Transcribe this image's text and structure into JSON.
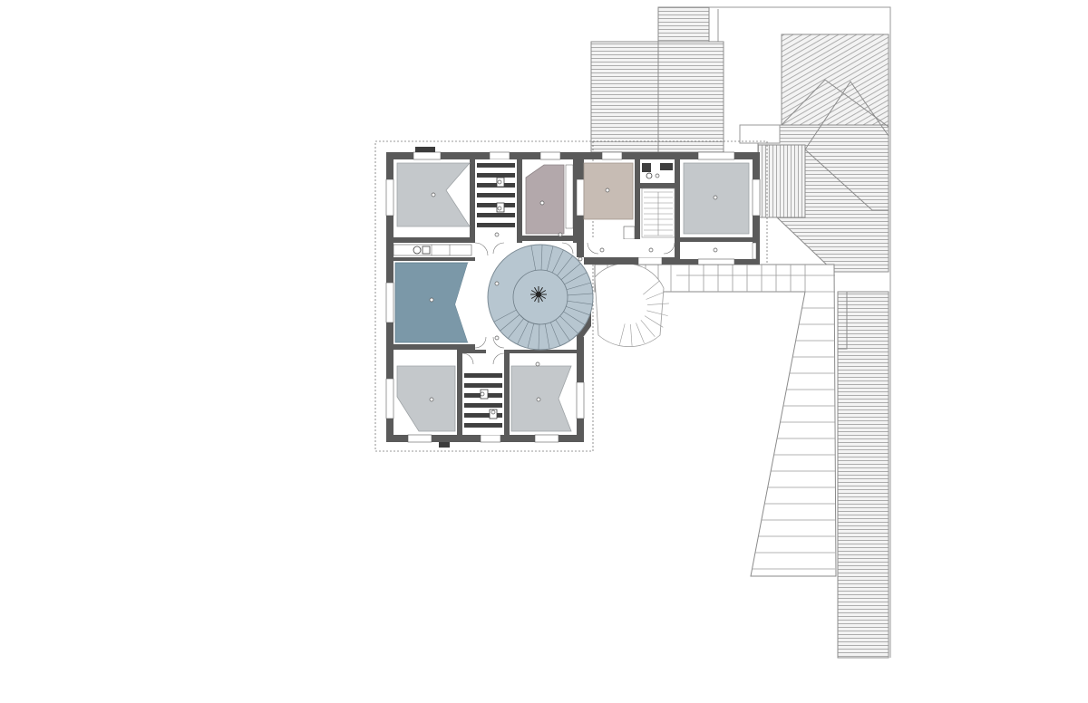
{
  "diagram": {
    "kind": "architectural-floor-plan",
    "colors": {
      "wall": "#5a5a5a",
      "wall_dark": "#3c3c3c",
      "roof_hatch": "#8c8c8c",
      "roof_fill": "#f2f2f2",
      "room_light": "#c4c8cb",
      "room_blue": "#7b98a8",
      "room_mauve": "#b3a8ab",
      "room_tan": "#c7bcb4",
      "stair_blue": "#b7c6d0",
      "fixture": "#3f3f3f",
      "outline": "#9a9a9a"
    },
    "icons": [
      "chandelier-icon",
      "room-marker-icon"
    ],
    "rooms": [
      "room-nw",
      "wc-north-west",
      "room-north-mauve",
      "room-north-tan",
      "room-ne",
      "room-west-blue",
      "stair-hall",
      "room-sw",
      "wc-south",
      "room-se"
    ]
  }
}
